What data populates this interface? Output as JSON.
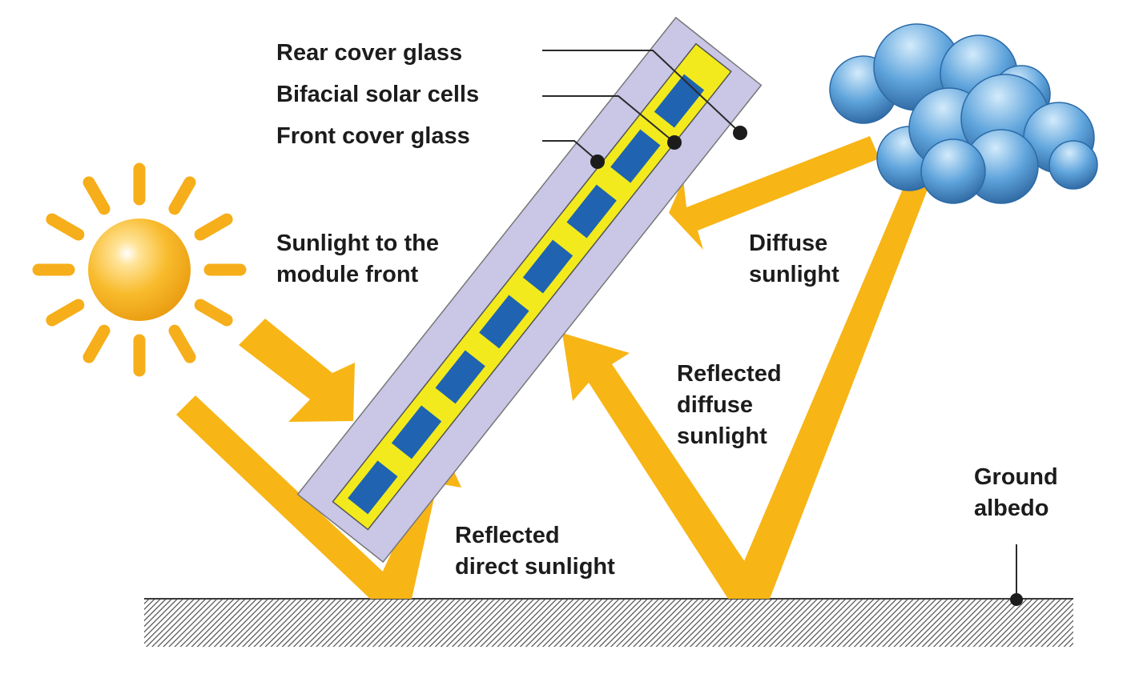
{
  "labels": {
    "rear_cover_glass": "Rear cover glass",
    "bifacial_solar_cells": "Bifacial solar cells",
    "front_cover_glass": "Front cover glass",
    "sunlight_front_line1": "Sunlight to the",
    "sunlight_front_line2": "module front",
    "diffuse_line1": "Diffuse",
    "diffuse_line2": "sunlight",
    "reflected_diffuse_line1": "Reflected",
    "reflected_diffuse_line2": "diffuse",
    "reflected_diffuse_line3": "sunlight",
    "reflected_direct_line1": "Reflected",
    "reflected_direct_line2": "direct sunlight",
    "ground_albedo_line1": "Ground",
    "ground_albedo_line2": "albedo"
  },
  "icons": {
    "sun": "sun-icon",
    "cloud": "cloud-icon"
  },
  "colors": {
    "ray": "#f7b516",
    "sun": "#f6ae1a",
    "glass": "#c9c6e6",
    "encapsulant": "#f2ea1d",
    "cell": "#1f63b1",
    "cloud": "#3d86c6",
    "ground_hatch": "#555555"
  }
}
